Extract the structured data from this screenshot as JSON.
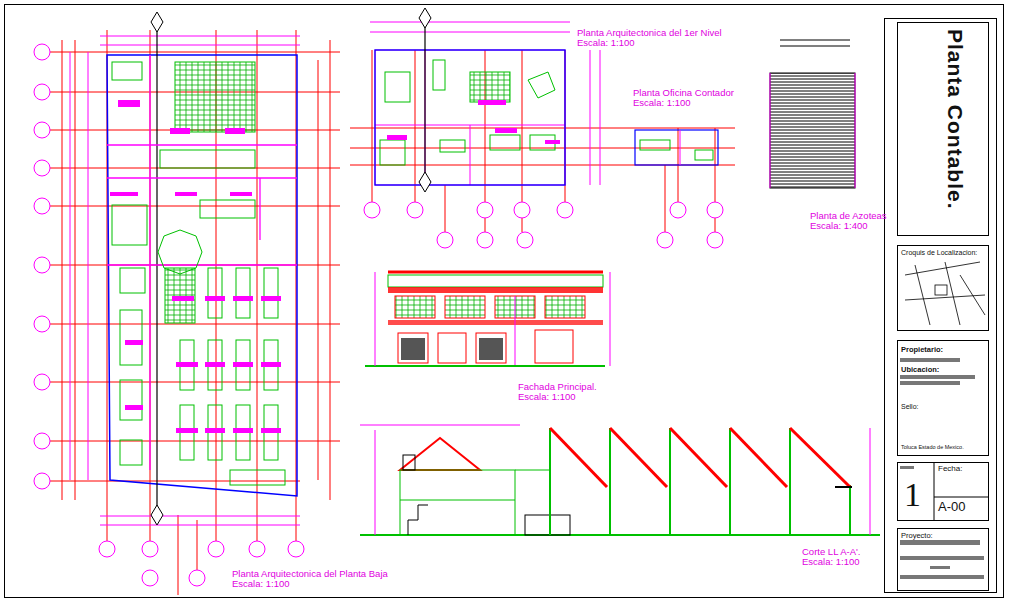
{
  "diagram": {
    "title": "Planta Contable.",
    "nodes": [
      {
        "text": [
          "Croquis de Localizacion:"
        ]
      },
      {
        "text": [
          "Propietario:",
          "Ubicacion:",
          "Sello:",
          "Toluca Estado de Mexico."
        ]
      },
      {
        "text": [
          "Fecha:",
          "1",
          "A-00"
        ]
      },
      {
        "text": [
          "Proyecto:"
        ]
      }
    ],
    "labels": [
      "Planta Arquitectonica del 1er Nivel",
      "Escala: 1:100",
      "Planta Oficina Contador",
      "Escala: 1:100",
      "Planta de Azoteas",
      "Escala: 1:400",
      "Fachada Principal.",
      "Escala: 1:100",
      "Corte LL A-A'.",
      "Escala: 1:100",
      "Planta Arquitectonica del Planta Baja",
      "Escala: 1:100"
    ]
  }
}
